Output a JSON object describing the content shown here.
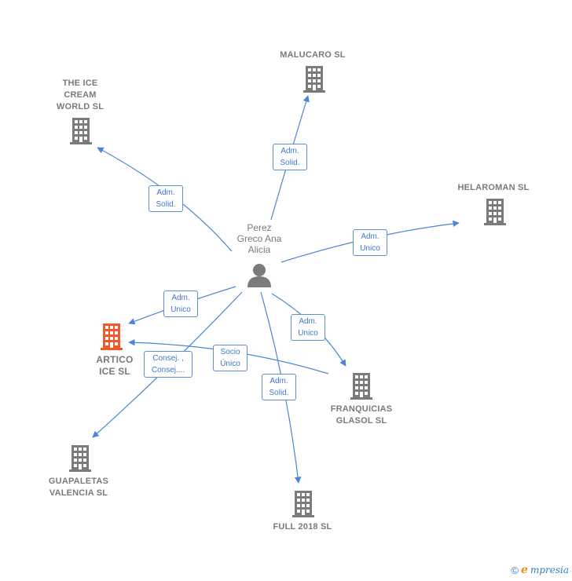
{
  "person": {
    "label": "Perez\nGreco Ana\nAlicia"
  },
  "companies": {
    "malucaro": {
      "label": "MALUCARO  SL"
    },
    "ice_cream": {
      "label": "THE ICE\nCREAM\nWORLD  SL"
    },
    "helaroman": {
      "label": "HELAROMAN SL"
    },
    "artico": {
      "label": "ARTICO\nICE  SL"
    },
    "franquicias": {
      "label": "FRANQUICIAS\nGLASOL  SL"
    },
    "guapaletas": {
      "label": "GUAPALETAS\nVALENCIA  SL"
    },
    "full2018": {
      "label": "FULL 2018  SL"
    }
  },
  "edges": {
    "malucaro": "Adm.\nSolid.",
    "ice_cream": "Adm.\nSolid.",
    "helaroman": "Adm.\nUnico",
    "artico": "Adm.\nUnico",
    "franquicias": "Adm.\nUnico",
    "guapaletas": "Consej. ,\nConsej....",
    "full2018": "Adm.\nSolid.",
    "franquicias_artico": "Socio\nÚnico"
  },
  "colors": {
    "edge": "#4a86d4",
    "building": "#7b7b7b",
    "building_highlight": "#f0592a",
    "person": "#7b7b7b"
  },
  "icons": {
    "person": "person-icon",
    "building": "building-icon"
  },
  "footer": {
    "copyright": "©",
    "brand_initial": "e",
    "brand_rest": "mpresia"
  }
}
